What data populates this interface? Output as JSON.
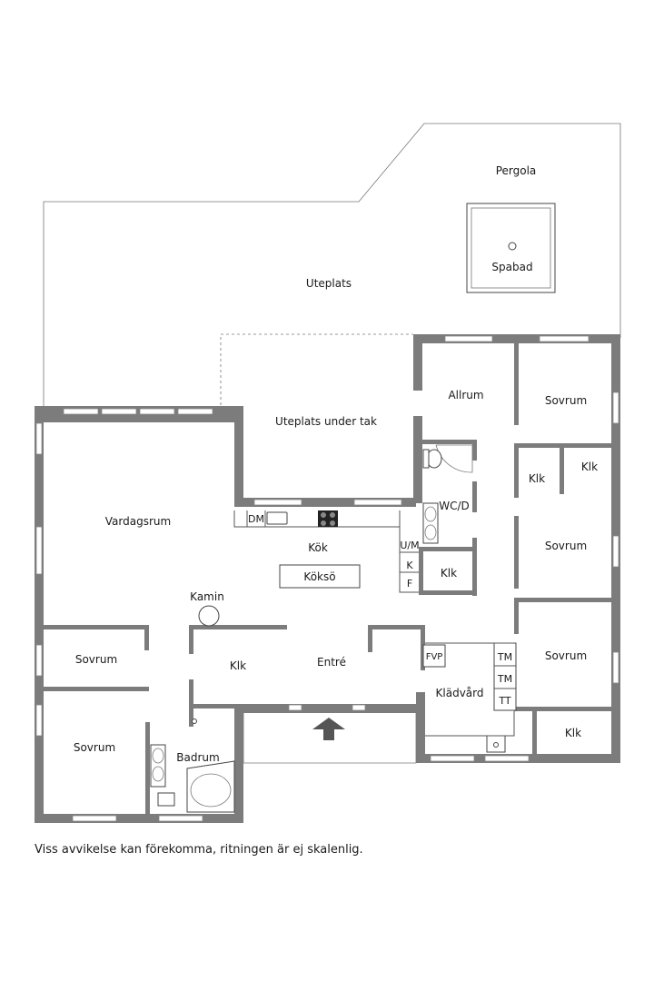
{
  "rooms": {
    "pergola": "Pergola",
    "spabad": "Spabad",
    "uteplats": "Uteplats",
    "uteplats_under_tak": "Uteplats under tak",
    "allrum": "Allrum",
    "sovrum": "Sovrum",
    "klk": "Klk",
    "vardagsrum": "Vardagsrum",
    "wc_d": "WC/D",
    "dm": "DM",
    "u_m": "U/M",
    "k": "K",
    "f": "F",
    "kok": "Kök",
    "koksö": "Köksö",
    "kamin": "Kamin",
    "entre": "Entré",
    "fvp": "FVP",
    "tm": "TM",
    "tt": "TT",
    "kladvard": "Klädvård",
    "badrum": "Badrum"
  },
  "disclaimer": "Viss avvikelse kan förekomma, ritningen är ej skalenlig.",
  "icons": {
    "entrance": "entrance-arrow-icon"
  }
}
